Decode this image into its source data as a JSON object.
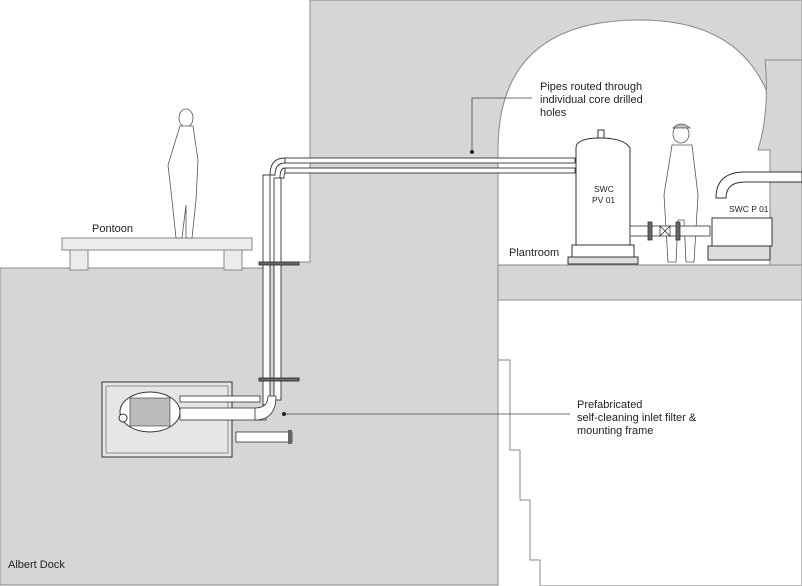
{
  "labels": {
    "pontoon": "Pontoon",
    "plantroom": "Plantroom",
    "albert_dock": "Albert Dock",
    "pipes_note": [
      "Pipes routed through",
      "individual core drilled",
      "holes"
    ],
    "filter_note": [
      "Prefabricated",
      "self-cleaning inlet filter &",
      "mounting frame"
    ],
    "vessel_tag": [
      "SWC",
      "PV 01"
    ],
    "pump_tag": "SWC P 01"
  },
  "colors": {
    "wall": "#d6d6d6",
    "outline": "#8a8a8a",
    "line": "#333333",
    "pipe_fill": "#ffffff"
  }
}
